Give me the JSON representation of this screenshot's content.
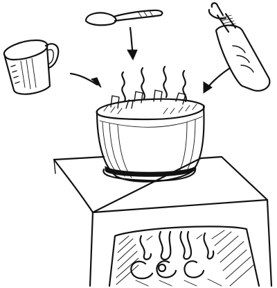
{
  "scene": {
    "objects": [
      "cup",
      "spoon",
      "feeding-bottle",
      "cooking-pot",
      "steam",
      "stove",
      "fire"
    ],
    "icons": {
      "cup": "cup-icon",
      "spoon": "spoon-icon",
      "bottle": "feeding-bottle-icon",
      "pot": "cooking-pot-icon",
      "stove": "stove-icon",
      "fire": "fire-icon"
    },
    "colors": {
      "ink": "#111111",
      "background": "#ffffff"
    }
  }
}
